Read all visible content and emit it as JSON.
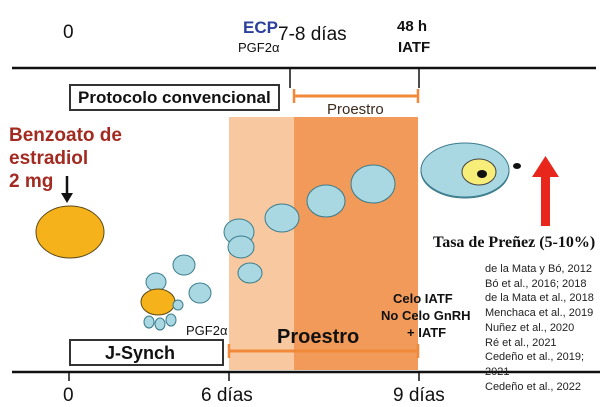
{
  "top_axis": {
    "t0": "0",
    "ecp": "ECP",
    "pgf2a_top": "PGF2α",
    "days_7_8": "7-8 días",
    "h48": "48 h",
    "iatf": "IATF"
  },
  "protocolo": {
    "box_label": "Protocolo convencional",
    "proestro_label": "Proestro"
  },
  "benzoato": {
    "line1": "Benzoato de",
    "line2": "estradiol",
    "line3": "2 mg"
  },
  "tasa": "Tasa de Preñez (5-10%)",
  "references": [
    "de la Mata y Bó, 2012",
    "Bó et al., 2016; 2018",
    "de la Mata et al., 2018",
    "Menchaca et al., 2019",
    "Nuñez et al., 2020",
    "Ré et al., 2021",
    "Cedeño et al., 2019; 2021",
    "Cedeño et al., 2022"
  ],
  "jsynch": {
    "box_label": "J-Synch",
    "proestro_label": "Proestro",
    "pgf2a_label": "PGF2α",
    "celo_iatf": "Celo IATF",
    "no_celo": "No Celo GnRH",
    "plus_iatf": "+ IATF"
  },
  "bottom_axis": {
    "t0": "0",
    "days6": "6 días",
    "days9": "9 días"
  },
  "colors": {
    "follicle_blue": "#a9d8e3",
    "follicle_yellow": "#f6b21b",
    "light_orange": "#f8c9a0",
    "orange": "#f19a5a",
    "arrow_red": "#e8261c",
    "title_red": "#a32a20",
    "ecp_blue": "#2b3f9b"
  }
}
